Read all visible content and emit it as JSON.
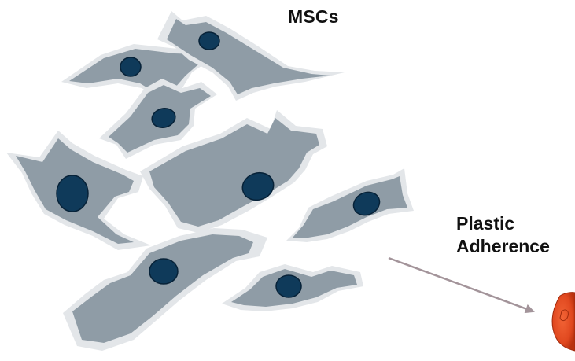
{
  "title": "MSCs",
  "annotation": {
    "line1": "Plastic",
    "line2": "Adherence"
  },
  "colors": {
    "cell_body": "#8f9ca6",
    "cell_halo": "#e3e6e9",
    "nucleus": "#0f3a5a",
    "arrow": "#a3949a",
    "plastic": "#e0481f"
  }
}
